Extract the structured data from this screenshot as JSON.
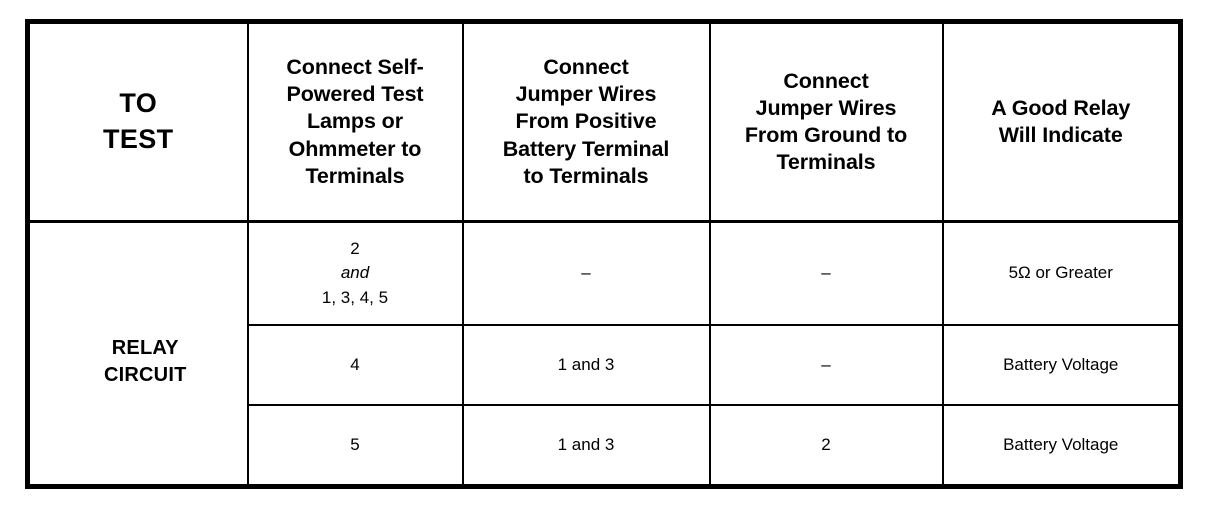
{
  "table": {
    "columns": [
      {
        "key": "to_test",
        "label": "TO\nTEST",
        "label_line1": "TO",
        "label_line2": "TEST"
      },
      {
        "key": "selfpowered",
        "label": "Connect Self-Powered Test Lamps or Ohmmeter to Terminals",
        "lines": [
          "Connect Self-",
          "Powered Test",
          "Lamps or",
          "Ohmmeter to",
          "Terminals"
        ]
      },
      {
        "key": "positive",
        "label": "Connect Jumper Wires From Positive Battery Terminal to Terminals",
        "lines": [
          "Connect",
          "Jumper Wires",
          "From Positive",
          "Battery Terminal",
          "to Terminals"
        ]
      },
      {
        "key": "ground",
        "label": "Connect Jumper Wires From Ground to Terminals",
        "lines": [
          "Connect",
          "Jumper Wires",
          "From Ground to",
          "Terminals"
        ]
      },
      {
        "key": "indicate",
        "label": "A Good Relay Will Indicate",
        "lines": [
          "A Good Relay",
          "Will Indicate"
        ]
      }
    ],
    "row_group_label_line1": "RELAY",
    "row_group_label_line2": "CIRCUIT",
    "rows": [
      {
        "selfpowered_line1": "2",
        "selfpowered_line2": "and",
        "selfpowered_line3": "1, 3, 4, 5",
        "positive": "–",
        "ground": "–",
        "indicate": "5Ω or Greater"
      },
      {
        "selfpowered_line1": "4",
        "positive": "1 and 3",
        "ground": "–",
        "indicate": "Battery Voltage"
      },
      {
        "selfpowered_line1": "5",
        "positive": "1 and 3",
        "ground": "2",
        "indicate": "Battery Voltage"
      }
    ]
  },
  "colors": {
    "ink": "#000000",
    "paper": "#ffffff"
  }
}
